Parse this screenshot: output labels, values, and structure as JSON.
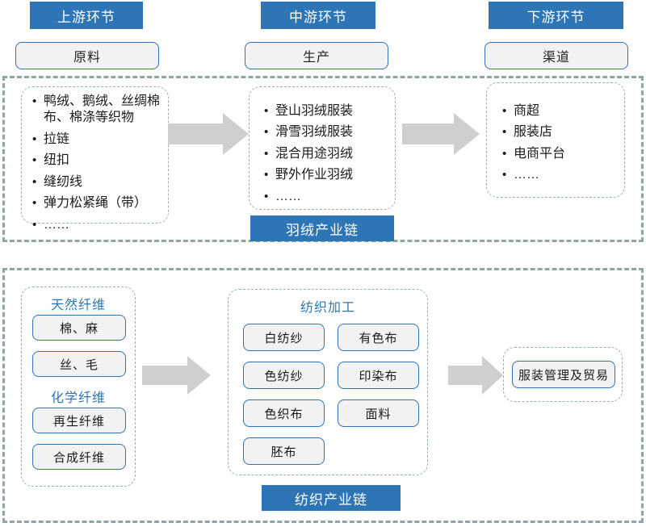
{
  "header": {
    "stages": [
      {
        "bar": "上游环节",
        "pill": "原料"
      },
      {
        "bar": "中游环节",
        "pill": "生产"
      },
      {
        "bar": "下游环节",
        "pill": "渠道"
      }
    ]
  },
  "down_chain": {
    "label": "羽绒产业链",
    "upstream_items": [
      "鸭绒、鹅绒、丝绸棉布、棉涤等织物",
      "拉链",
      "纽扣",
      "缝纫线",
      "弹力松紧绳（带）",
      "……"
    ],
    "midstream_items": [
      "登山羽绒服装",
      "滑雪羽绒服装",
      "混合用途羽绒",
      "野外作业羽绒",
      "……"
    ],
    "downstream_items": [
      "商超",
      "服装店",
      "电商平台",
      "……"
    ]
  },
  "textile_chain": {
    "label": "纺织产业链",
    "fiber": {
      "natural_heading": "天然纤维",
      "natural_items": [
        "棉、麻",
        "丝、毛"
      ],
      "chemical_heading": "化学纤维",
      "chemical_items": [
        "再生纤维",
        "合成纤维"
      ]
    },
    "processing": {
      "heading": "纺织加工",
      "col_left": [
        "白纺纱",
        "色纺纱",
        "色织布",
        "胚布"
      ],
      "col_right": [
        "有色布",
        "印染布",
        "面料"
      ]
    },
    "trade": {
      "item": "服装管理及贸易"
    }
  },
  "colors": {
    "brand_blue": "#2E75B6",
    "dashed_outer": "#8FA5A5",
    "dashed_inner": "#9BB3B3",
    "box_fill": "#F2F2F2",
    "arrow_gray": "#CFCFCF"
  }
}
